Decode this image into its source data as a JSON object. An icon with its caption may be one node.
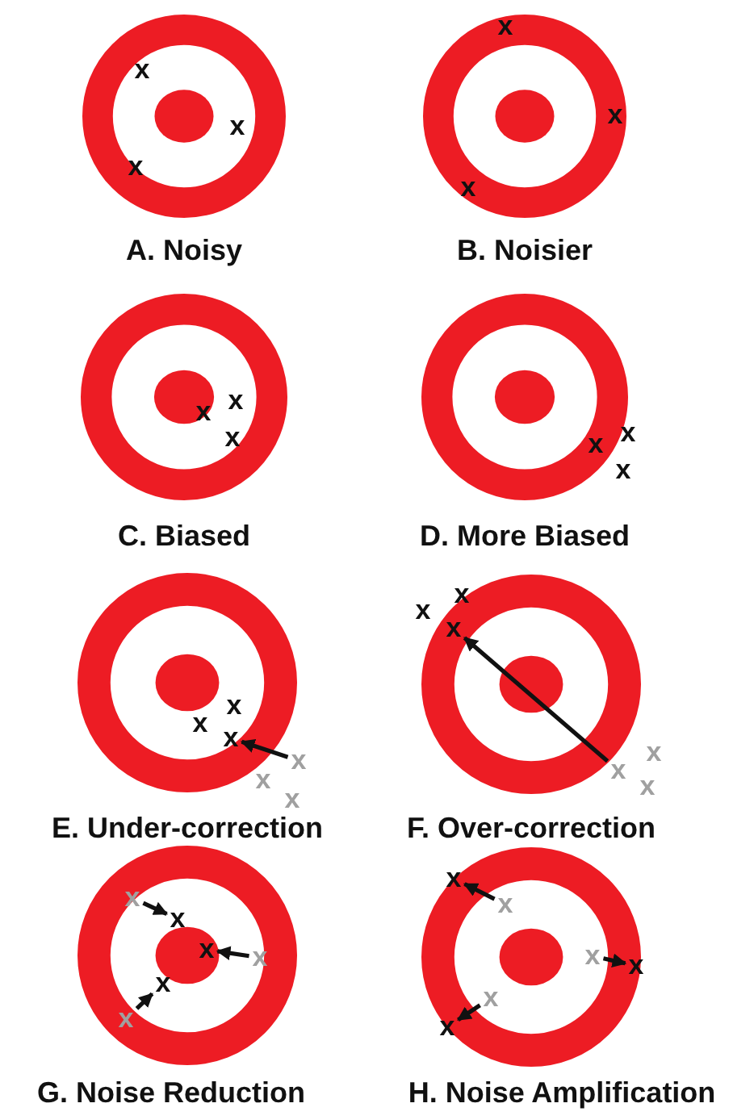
{
  "diagram": {
    "nodes": [
      {
        "text": [
          "x"
        ]
      },
      {
        "text": [
          "x"
        ]
      },
      {
        "text": [
          "x"
        ]
      },
      {
        "text": [
          "x"
        ]
      },
      {
        "text": [
          "x"
        ]
      },
      {
        "text": [
          "x"
        ]
      },
      {
        "text": [
          "x"
        ]
      },
      {
        "text": [
          "x"
        ]
      },
      {
        "text": [
          "x"
        ]
      },
      {
        "text": [
          "x"
        ]
      },
      {
        "text": [
          "x"
        ]
      },
      {
        "text": [
          "x"
        ]
      },
      {
        "text": [
          "x"
        ]
      },
      {
        "text": [
          "x"
        ]
      },
      {
        "text": [
          "x"
        ]
      },
      {
        "text": [
          "x"
        ]
      },
      {
        "text": [
          "x"
        ]
      },
      {
        "text": [
          "x"
        ]
      },
      {
        "text": [
          "x"
        ]
      },
      {
        "text": [
          "x"
        ]
      },
      {
        "text": [
          "x"
        ]
      },
      {
        "text": [
          "x"
        ]
      },
      {
        "text": [
          "x"
        ]
      },
      {
        "text": [
          "x"
        ]
      },
      {
        "text": [
          "x"
        ]
      },
      {
        "text": [
          "x"
        ]
      },
      {
        "text": [
          "x"
        ]
      },
      {
        "text": [
          "x"
        ]
      },
      {
        "text": [
          "x"
        ]
      },
      {
        "text": [
          "x"
        ]
      },
      {
        "text": [
          "x"
        ]
      },
      {
        "text": [
          "x"
        ]
      },
      {
        "text": [
          "x"
        ]
      },
      {
        "text": [
          "x"
        ]
      },
      {
        "text": [
          "x"
        ]
      },
      {
        "text": [
          "x"
        ]
      }
    ],
    "edges": [
      {
        "from": 15,
        "to": 14,
        "arrow": "to"
      },
      {
        "from": 22,
        "to": 20,
        "arrow": "to"
      },
      {
        "from": 24,
        "to": 25,
        "arrow": "to"
      },
      {
        "from": 27,
        "to": 26,
        "arrow": "to"
      },
      {
        "from": 29,
        "to": 28,
        "arrow": "to"
      },
      {
        "from": 31,
        "to": 30,
        "arrow": "to"
      },
      {
        "from": 32,
        "to": 33,
        "arrow": "to"
      },
      {
        "from": 34,
        "to": 35,
        "arrow": "to"
      }
    ],
    "labels": [
      "A. Noisy",
      "B. Noisier",
      "C. Biased",
      "D. More Biased",
      "E. Under-correction",
      "F. Over-correction",
      "G. Noise Reduction",
      "H. Noise Amplification"
    ]
  }
}
